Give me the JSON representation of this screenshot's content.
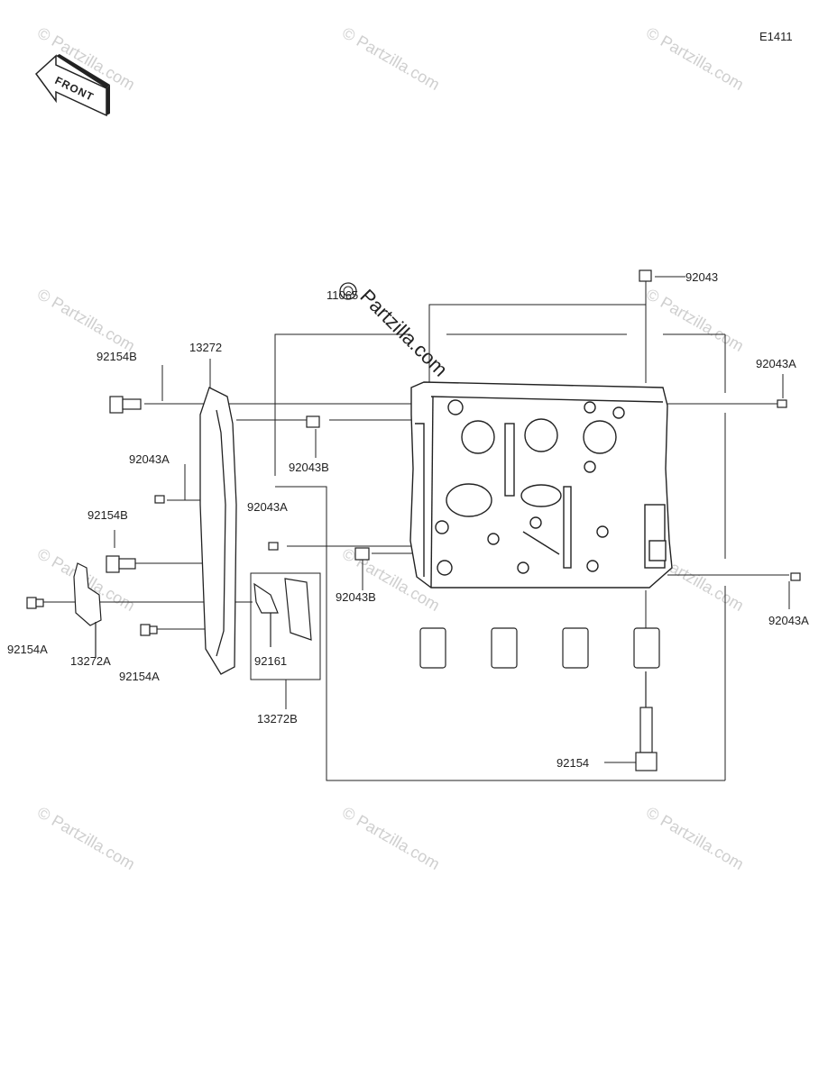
{
  "diagram_code": "E1411",
  "front_arrow_text": "FRONT",
  "watermark_text": "© Partzilla.com",
  "center_watermark_text": "Partzilla.com",
  "parts": {
    "p92043_top": "92043",
    "p11065": "11065",
    "p13272": "13272",
    "p92154B_top": "92154B",
    "p92043A_right_top": "92043A",
    "p92043B_mid": "92043B",
    "p92043A_left": "92043A",
    "p92043A_center": "92043A",
    "p92154B_mid": "92154B",
    "p92043B_lower": "92043B",
    "p92043A_right_low": "92043A",
    "p92154A_left": "92154A",
    "p13272A": "13272A",
    "p92154A_mid": "92154A",
    "p92161": "92161",
    "p13272B": "13272B",
    "p92154": "92154"
  }
}
